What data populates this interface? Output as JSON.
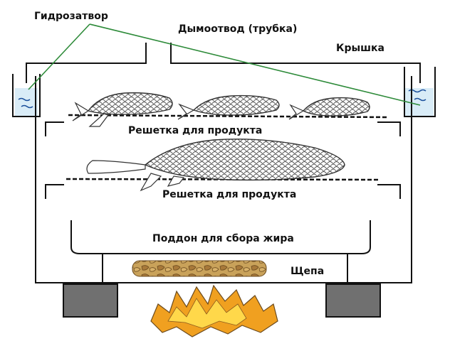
{
  "labels": {
    "water_seal": "Гидрозатвор",
    "chimney": "Дымоотвод (трубка)",
    "lid": "Крышка",
    "upper_grate": "Решетка для продукта",
    "lower_grate": "Решетка для продукта",
    "grease_tray": "Поддон для сбора жира",
    "wood_chips": "Щепа"
  },
  "colors": {
    "outline": "#111111",
    "pointer_line": "#2e8b3a",
    "water": "#d9ecf7",
    "water_wave": "#1a4f9c",
    "chips": "#c9a25a",
    "feet": "#707070",
    "fire_outer": "#f0a020",
    "fire_inner": "#ffd84a"
  },
  "icons": {
    "fish": "fish-icon",
    "fire": "fire-icon",
    "chips": "wood-chips-icon"
  }
}
